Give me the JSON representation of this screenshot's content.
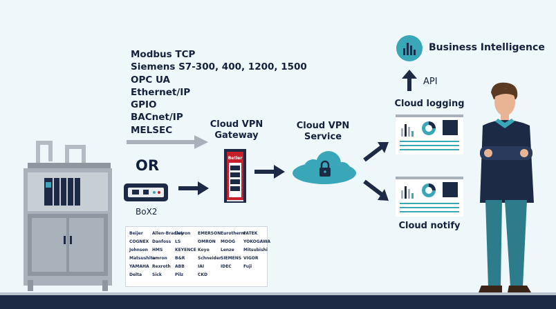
{
  "protocols": [
    "Modbus TCP",
    "Siemens S7-300, 400, 1200, 1500",
    "OPC UA",
    "Ethernet/IP",
    "GPIO",
    "BACnet/IP",
    "MELSEC"
  ],
  "or_label": "OR",
  "box2_label": "BoX2",
  "gateway_label": "Cloud VPN\nGateway",
  "service_label": "Cloud VPN\nService",
  "logging_label": "Cloud logging",
  "notify_label": "Cloud notify",
  "api_label": "API",
  "bi_label": "Business Intelligence",
  "brand_text": "Betler",
  "logos": [
    "Beijer",
    "Allen-Bradley",
    "Lutron",
    "EMERSON",
    "Eurotherm",
    "FATEK",
    "COGNEX",
    "Danfoss",
    "LS",
    "OMRON",
    "MOOG",
    "YOKOGAWA",
    "Johnson",
    "HMS",
    "KEYENCE",
    "Koyo",
    "Lenze",
    "Mitsubishi",
    "Matsushita",
    "omron",
    "B&R",
    "Schneider",
    "SIEMENS",
    "VIGOR",
    "YAMAHA",
    "Rexroth",
    "ABB",
    "IAI",
    "IDEC",
    "Fuji",
    "Delta",
    "Sick",
    "Pilz",
    "CKD"
  ],
  "colors": {
    "navy": "#1c2a45",
    "teal": "#3aa7b8",
    "arrow_gray": "#a9b2bb",
    "background": "#eef7fa",
    "red": "#c8202a"
  }
}
